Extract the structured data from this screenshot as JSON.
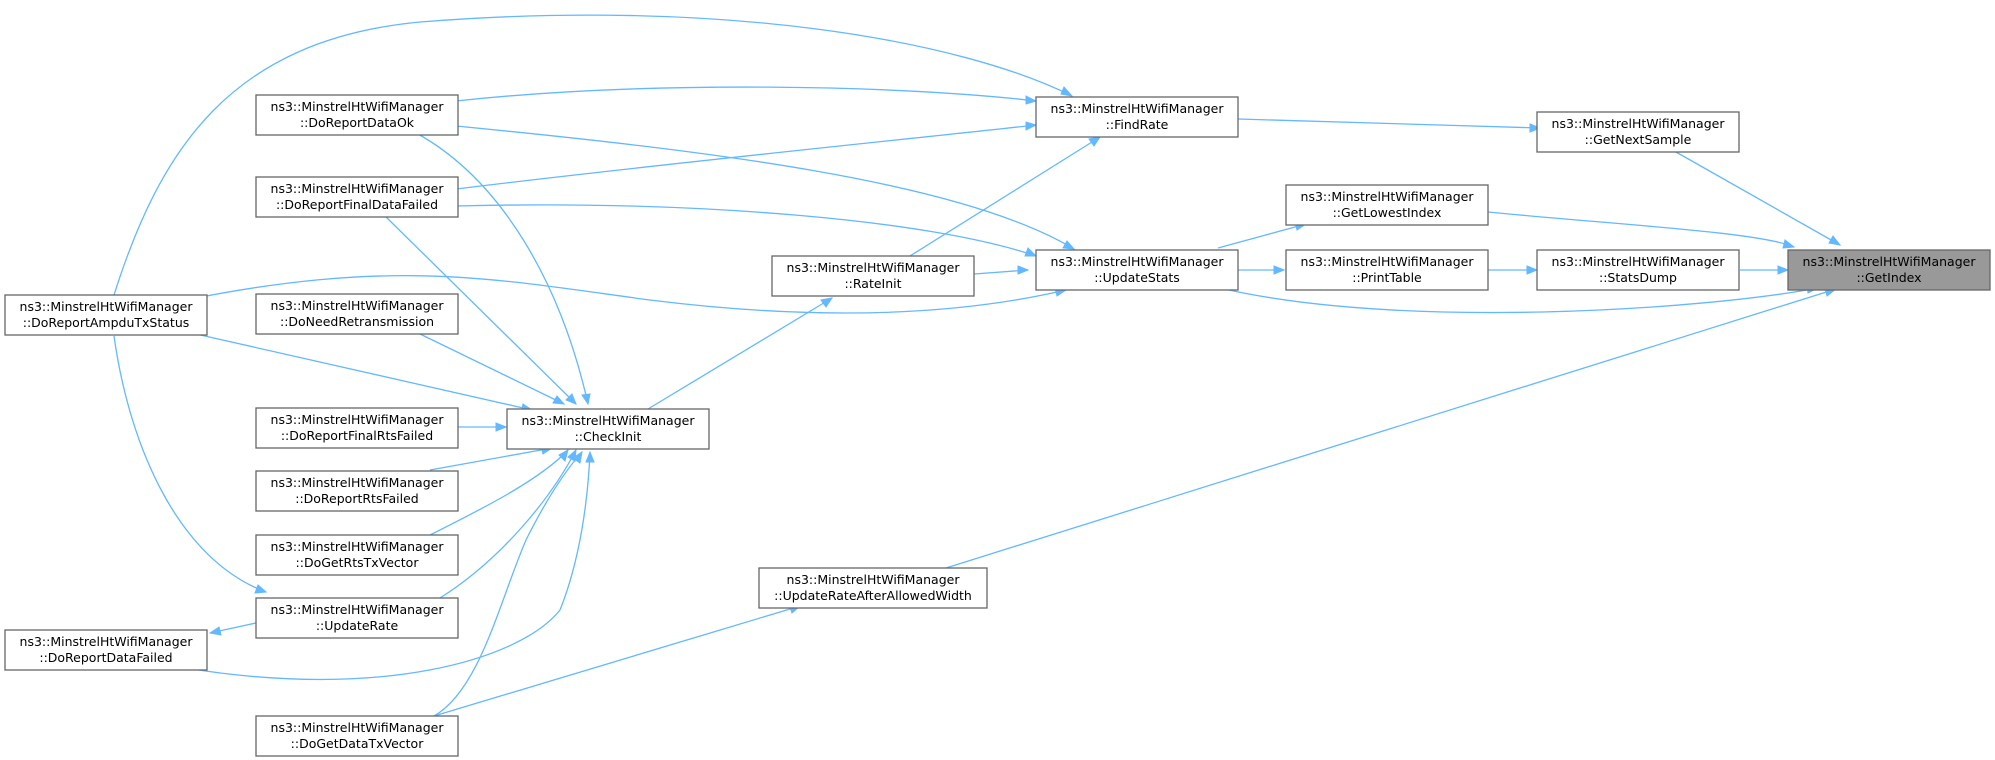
{
  "nodes": {
    "getindex": {
      "line1": "ns3::MinstrelHtWifiManager",
      "line2": "::GetIndex"
    },
    "getnextsample": {
      "line1": "ns3::MinstrelHtWifiManager",
      "line2": "::GetNextSample"
    },
    "getlowestindex": {
      "line1": "ns3::MinstrelHtWifiManager",
      "line2": "::GetLowestIndex"
    },
    "statsdump": {
      "line1": "ns3::MinstrelHtWifiManager",
      "line2": "::StatsDump"
    },
    "printtable": {
      "line1": "ns3::MinstrelHtWifiManager",
      "line2": "::PrintTable"
    },
    "findrate": {
      "line1": "ns3::MinstrelHtWifiManager",
      "line2": "::FindRate"
    },
    "updatestats": {
      "line1": "ns3::MinstrelHtWifiManager",
      "line2": "::UpdateStats"
    },
    "rateinit": {
      "line1": "ns3::MinstrelHtWifiManager",
      "line2": "::RateInit"
    },
    "updaterateafterallowedwidth": {
      "line1": "ns3::MinstrelHtWifiManager",
      "line2": "::UpdateRateAfterAllowedWidth"
    },
    "checkinit": {
      "line1": "ns3::MinstrelHtWifiManager",
      "line2": "::CheckInit"
    },
    "doreportdataok": {
      "line1": "ns3::MinstrelHtWifiManager",
      "line2": "::DoReportDataOk"
    },
    "doreportfinaldatafailed": {
      "line1": "ns3::MinstrelHtWifiManager",
      "line2": "::DoReportFinalDataFailed"
    },
    "doneedretransmission": {
      "line1": "ns3::MinstrelHtWifiManager",
      "line2": "::DoNeedRetransmission"
    },
    "doreportfinalrtsfailed": {
      "line1": "ns3::MinstrelHtWifiManager",
      "line2": "::DoReportFinalRtsFailed"
    },
    "doreportrtsfailed": {
      "line1": "ns3::MinstrelHtWifiManager",
      "line2": "::DoReportRtsFailed"
    },
    "dogetrtstxvector": {
      "line1": "ns3::MinstrelHtWifiManager",
      "line2": "::DoGetRtsTxVector"
    },
    "updaterate": {
      "line1": "ns3::MinstrelHtWifiManager",
      "line2": "::UpdateRate"
    },
    "dogetdatatxvector": {
      "line1": "ns3::MinstrelHtWifiManager",
      "line2": "::DoGetDataTxVector"
    },
    "doreportampdutxstatus": {
      "line1": "ns3::MinstrelHtWifiManager",
      "line2": "::DoReportAmpduTxStatus"
    },
    "doreportdatafailed": {
      "line1": "ns3::MinstrelHtWifiManager",
      "line2": "::DoReportDataFailed"
    }
  },
  "edge_color": "#63b8ff",
  "highlight_color": "#999999"
}
